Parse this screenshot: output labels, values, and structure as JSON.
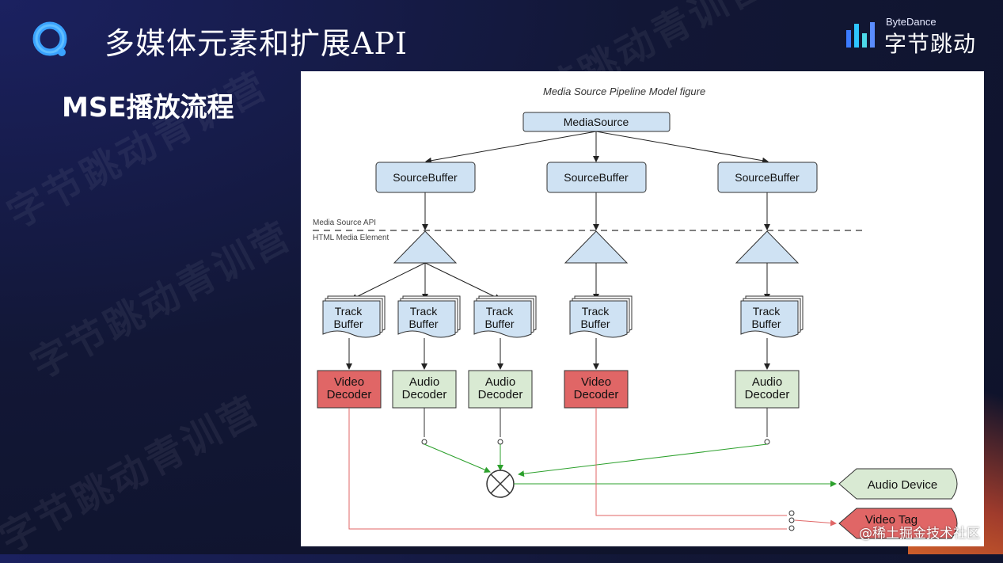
{
  "slide": {
    "title": "多媒体元素和扩展API",
    "subtitle": "MSE播放流程",
    "brand_en": "ByteDance",
    "brand_cn": "字节跳动",
    "watermark": "字节跳动青训营",
    "credit": "@稀土掘金技术社区"
  },
  "figure": {
    "caption": "Media Source Pipeline Model figure",
    "media_source": "MediaSource",
    "source_buffer": "SourceBuffer",
    "boundary_upper": "Media Source API",
    "boundary_lower": "HTML Media Element",
    "track_buffer": [
      "Track",
      "Buffer"
    ],
    "video_decoder": [
      "Video",
      "Decoder"
    ],
    "audio_decoder": [
      "Audio",
      "Decoder"
    ],
    "audio_device": "Audio Device",
    "video_tag": "Video Tag"
  },
  "colors": {
    "node_fill": "#cfe2f3",
    "video_fill": "#e06666",
    "audio_fill": "#d9ead3",
    "audio_line": "#2ca02c",
    "video_line": "#e06666"
  }
}
